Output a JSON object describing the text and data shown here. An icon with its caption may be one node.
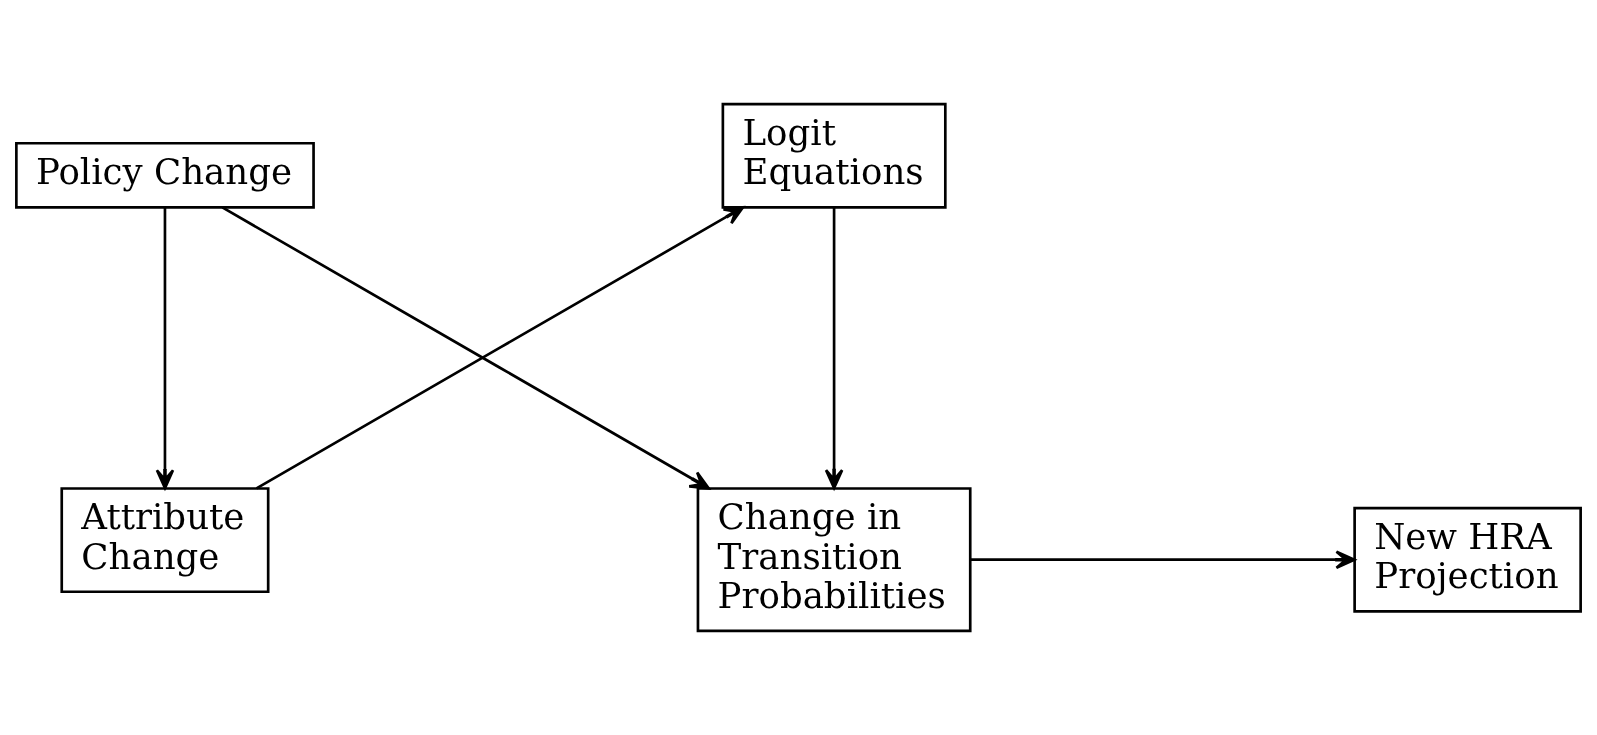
{
  "diagram": {
    "nodes": [
      {
        "text": [
          "Policy Change"
        ]
      },
      {
        "text": [
          "Change in Transition Probabilities"
        ]
      },
      {
        "text": [
          "New HRA Projection"
        ]
      },
      {
        "text": [
          "Attribute Change"
        ]
      },
      {
        "text": [
          "Logit Equations"
        ]
      }
    ],
    "edges": [
      {
        "from": 0,
        "to": 1,
        "arrow": "to"
      },
      {
        "from": 1,
        "to": 2,
        "arrow": "to"
      },
      {
        "from": 0,
        "to": 3,
        "arrow": "to"
      },
      {
        "from": 3,
        "to": 4,
        "arrow": "to"
      },
      {
        "from": 4,
        "to": 1,
        "arrow": "to"
      }
    ]
  }
}
